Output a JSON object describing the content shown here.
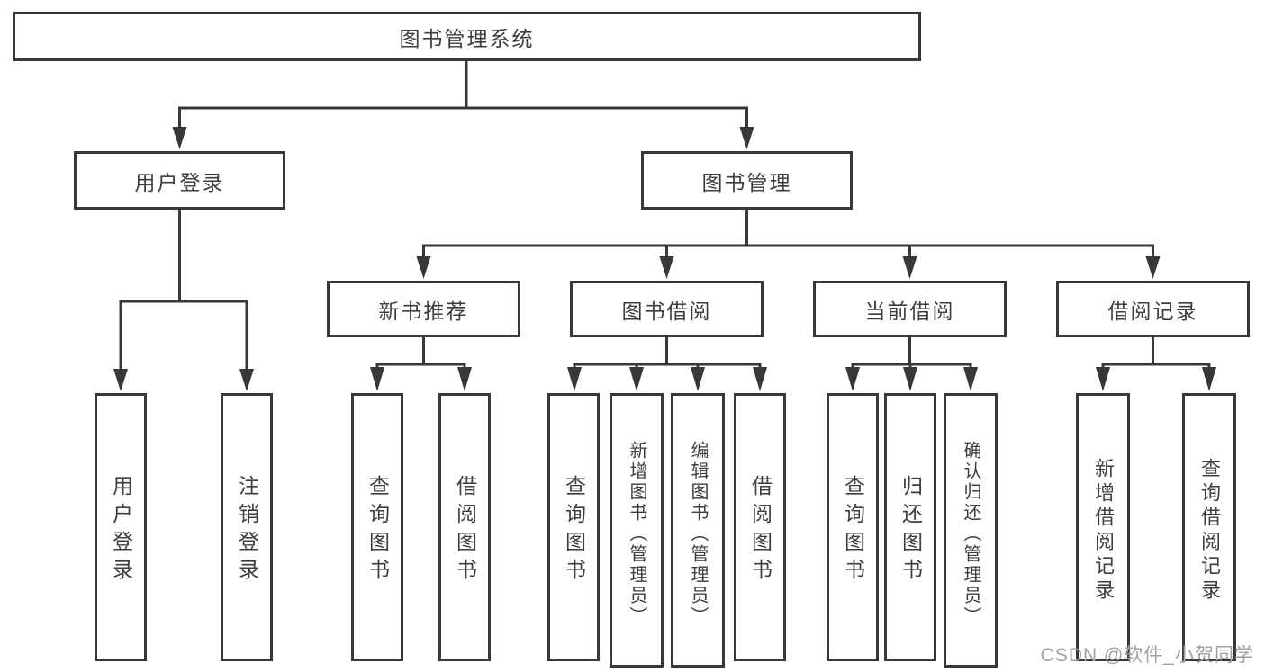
{
  "diagram_type": "hierarchy-tree",
  "colors": {
    "stroke": "#383838",
    "node_text": "#3d3d3d",
    "node_background": "#ffffff",
    "page_background": "#ffffff",
    "watermark_text_color": "#a0a0a0"
  },
  "tree": {
    "label": "图书管理系统",
    "children": [
      {
        "label": "用户登录",
        "children": [
          {
            "label": "用户登录"
          },
          {
            "label": "注销登录"
          }
        ]
      },
      {
        "label": "图书管理",
        "children": [
          {
            "label": "新书推荐",
            "children": [
              {
                "label": "查询图书"
              },
              {
                "label": "借阅图书"
              }
            ]
          },
          {
            "label": "图书借阅",
            "children": [
              {
                "label": "查询图书"
              },
              {
                "label": "新增图书（管理员）"
              },
              {
                "label": "编辑图书（管理员）"
              },
              {
                "label": "借阅图书"
              }
            ]
          },
          {
            "label": "当前借阅",
            "children": [
              {
                "label": "查询图书"
              },
              {
                "label": "归还图书"
              },
              {
                "label": "确认归还（管理员）"
              }
            ]
          },
          {
            "label": "借阅记录",
            "children": [
              {
                "label": "新增借阅记录"
              },
              {
                "label": "查询借阅记录"
              }
            ]
          }
        ]
      }
    ]
  },
  "watermark": {
    "text": "CSDN @软件_小贺同学"
  }
}
